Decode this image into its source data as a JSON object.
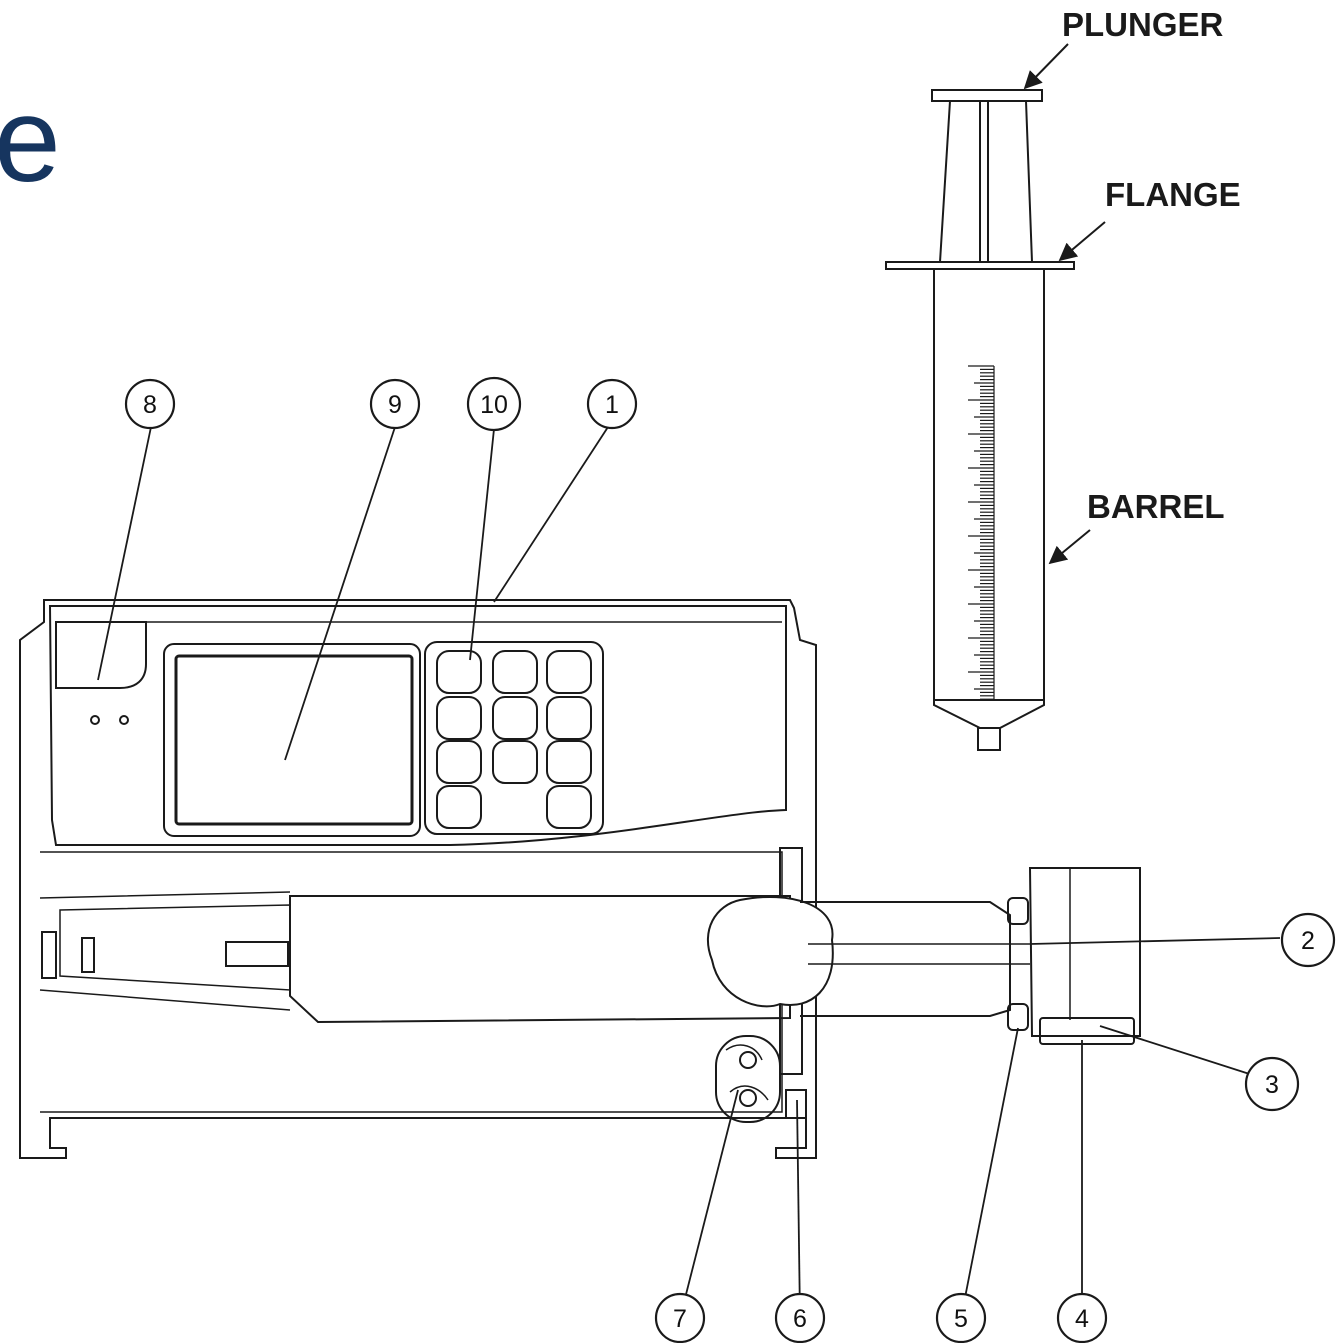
{
  "heading_fragment": "e",
  "syringe": {
    "plunger_label": "PLUNGER",
    "flange_label": "FLANGE",
    "barrel_label": "BARREL"
  },
  "callouts": [
    "1",
    "2",
    "3",
    "4",
    "5",
    "6",
    "7",
    "8",
    "9",
    "10"
  ],
  "colors": {
    "heading": "#16355f",
    "line": "#1a1a1a",
    "background": "#ffffff"
  }
}
